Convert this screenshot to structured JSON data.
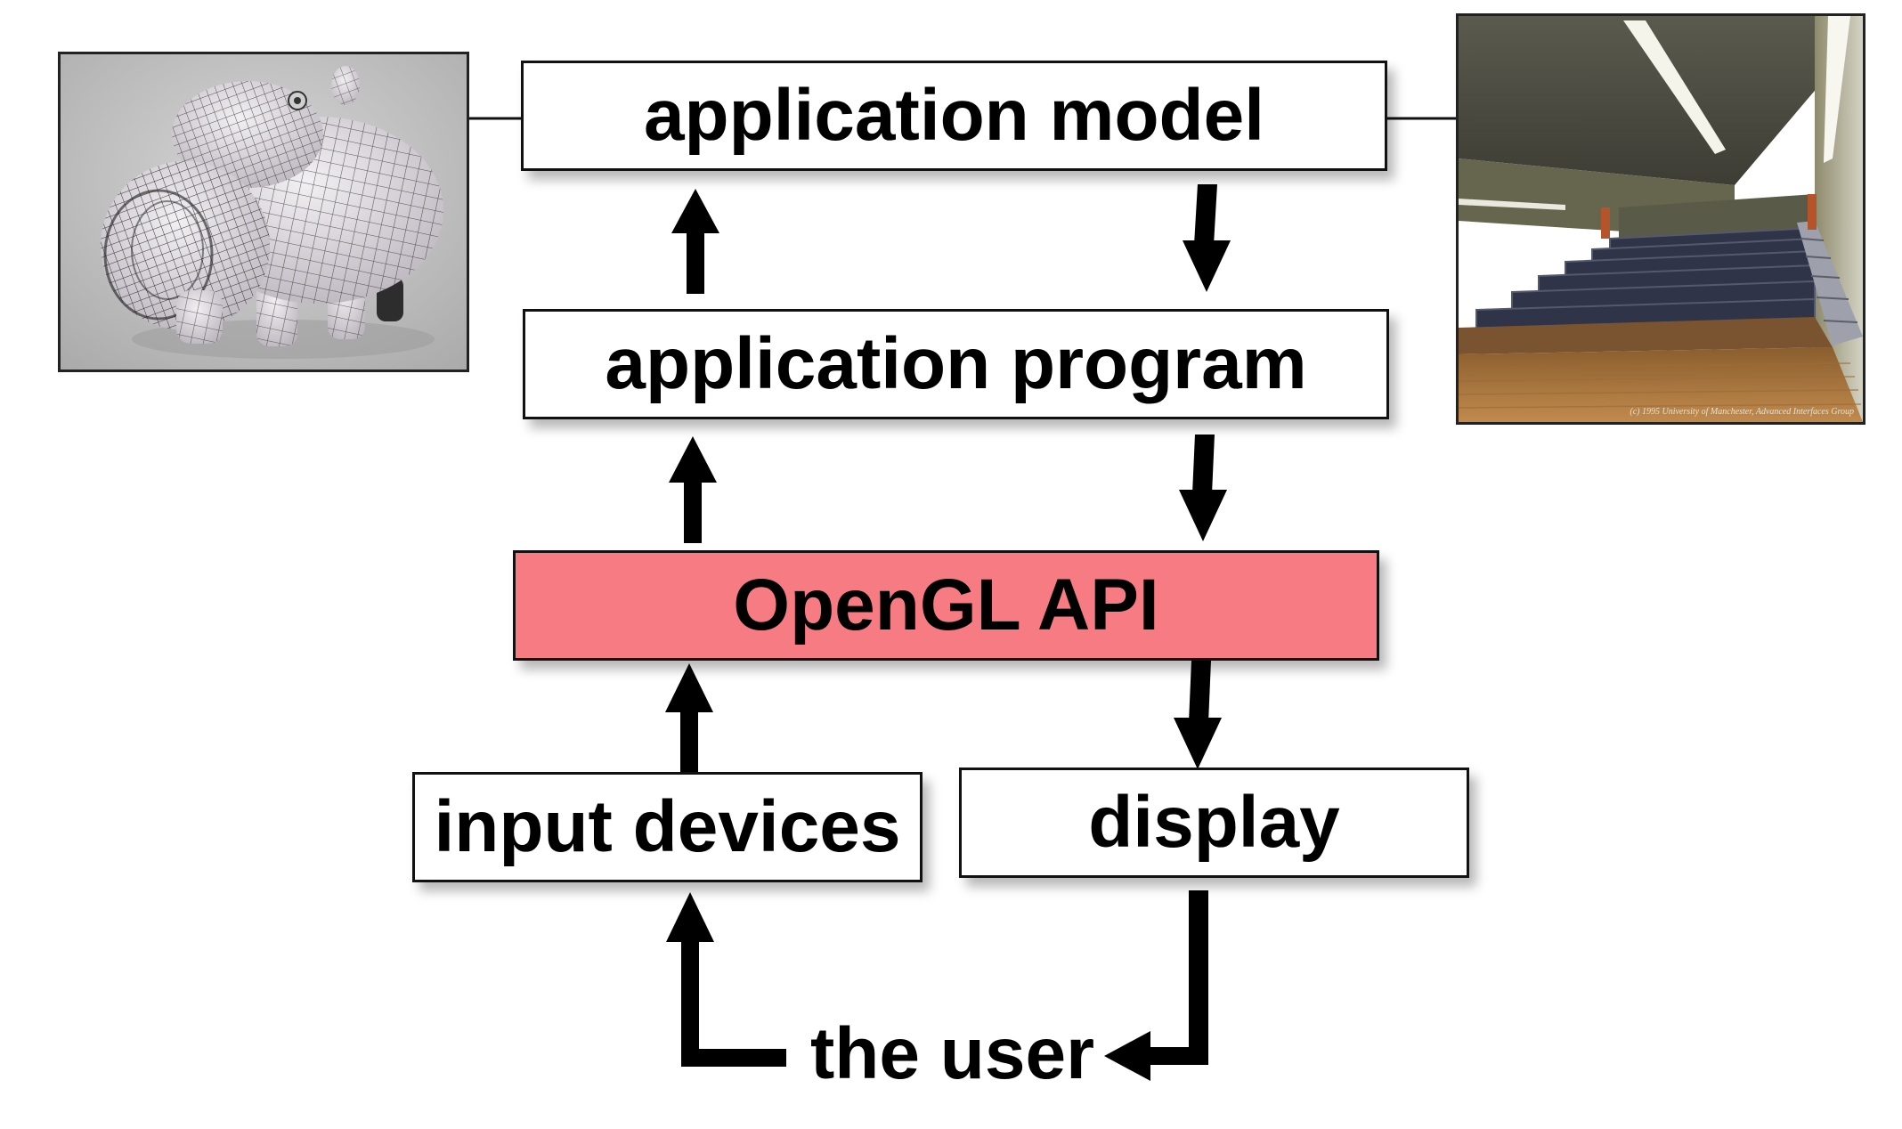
{
  "diagram": {
    "boxes": {
      "application_model": "application model",
      "application_program": "application program",
      "opengl_api": "OpenGL API",
      "input_devices": "input devices",
      "display": "display"
    },
    "user_label": "the user",
    "images": {
      "left": {
        "subject": "wireframe hippo model"
      },
      "right": {
        "subject": "rendered lecture theatre",
        "credit": "(c) 1995 University of Manchester, Advanced Interfaces Group"
      }
    },
    "colors": {
      "api_fill": "#f77b82",
      "box_border": "#111111",
      "arrow": "#000000",
      "background": "#ffffff"
    }
  }
}
